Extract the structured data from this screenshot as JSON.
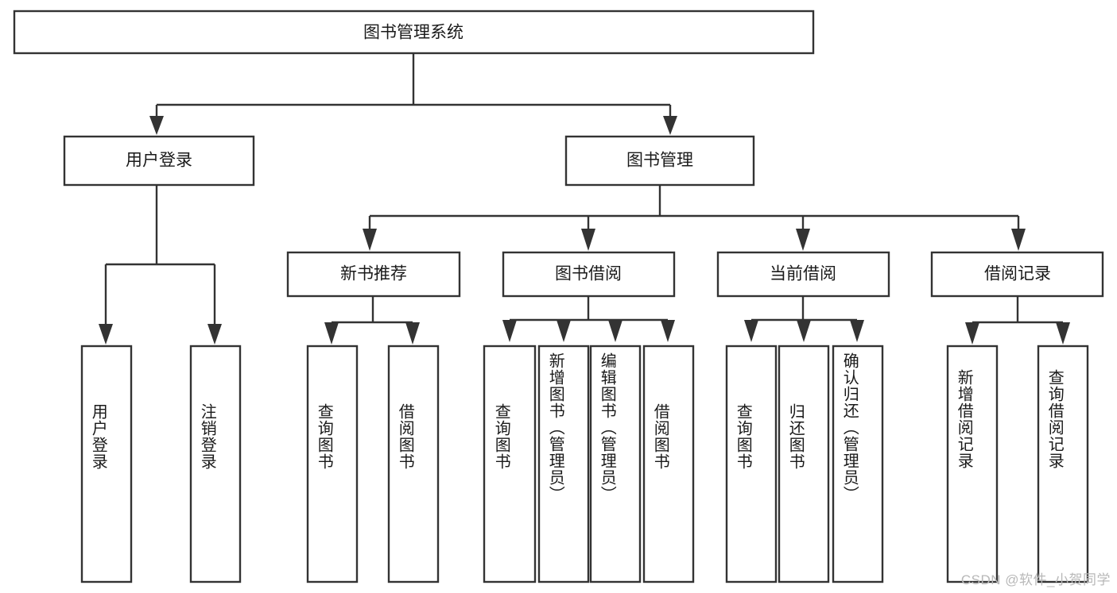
{
  "diagram": {
    "type": "tree-flowchart",
    "root": {
      "id": "root",
      "label": "图书管理系统"
    },
    "level2": [
      {
        "id": "user-login",
        "label": "用户登录"
      },
      {
        "id": "book-manage",
        "label": "图书管理"
      }
    ],
    "level3": [
      {
        "id": "new-book-rec",
        "label": "新书推荐",
        "parent": "book-manage"
      },
      {
        "id": "book-borrow",
        "label": "图书借阅",
        "parent": "book-manage"
      },
      {
        "id": "current-borrow",
        "label": "当前借阅",
        "parent": "book-manage"
      },
      {
        "id": "borrow-records",
        "label": "借阅记录",
        "parent": "book-manage"
      }
    ],
    "leaves": [
      {
        "id": "leaf-user-login",
        "label": "用户登录",
        "parent": "user-login"
      },
      {
        "id": "leaf-logout",
        "label": "注销登录",
        "parent": "user-login"
      },
      {
        "id": "leaf-query-book-1",
        "label": "查询图书",
        "parent": "new-book-rec"
      },
      {
        "id": "leaf-borrow-book-1",
        "label": "借阅图书",
        "parent": "new-book-rec"
      },
      {
        "id": "leaf-query-book-2",
        "label": "查询图书",
        "parent": "book-borrow"
      },
      {
        "id": "leaf-add-book",
        "label": "新增图书（管理员）",
        "parent": "book-borrow"
      },
      {
        "id": "leaf-edit-book",
        "label": "编辑图书（管理员）",
        "parent": "book-borrow"
      },
      {
        "id": "leaf-borrow-book-2",
        "label": "借阅图书",
        "parent": "book-borrow"
      },
      {
        "id": "leaf-query-book-3",
        "label": "查询图书",
        "parent": "current-borrow"
      },
      {
        "id": "leaf-return-book",
        "label": "归还图书",
        "parent": "current-borrow"
      },
      {
        "id": "leaf-confirm-return",
        "label": "确认归还（管理员）",
        "parent": "current-borrow"
      },
      {
        "id": "leaf-add-record",
        "label": "新增借阅记录",
        "parent": "borrow-records"
      },
      {
        "id": "leaf-query-record",
        "label": "查询借阅记录",
        "parent": "borrow-records"
      }
    ],
    "colors": {
      "box_stroke": "#333333",
      "box_fill": "#ffffff",
      "text": "#1a1a1a",
      "background": "#ffffff",
      "watermark": "#b8b8b8"
    }
  },
  "watermark": {
    "text": "CSDN @软件_小贺同学"
  }
}
